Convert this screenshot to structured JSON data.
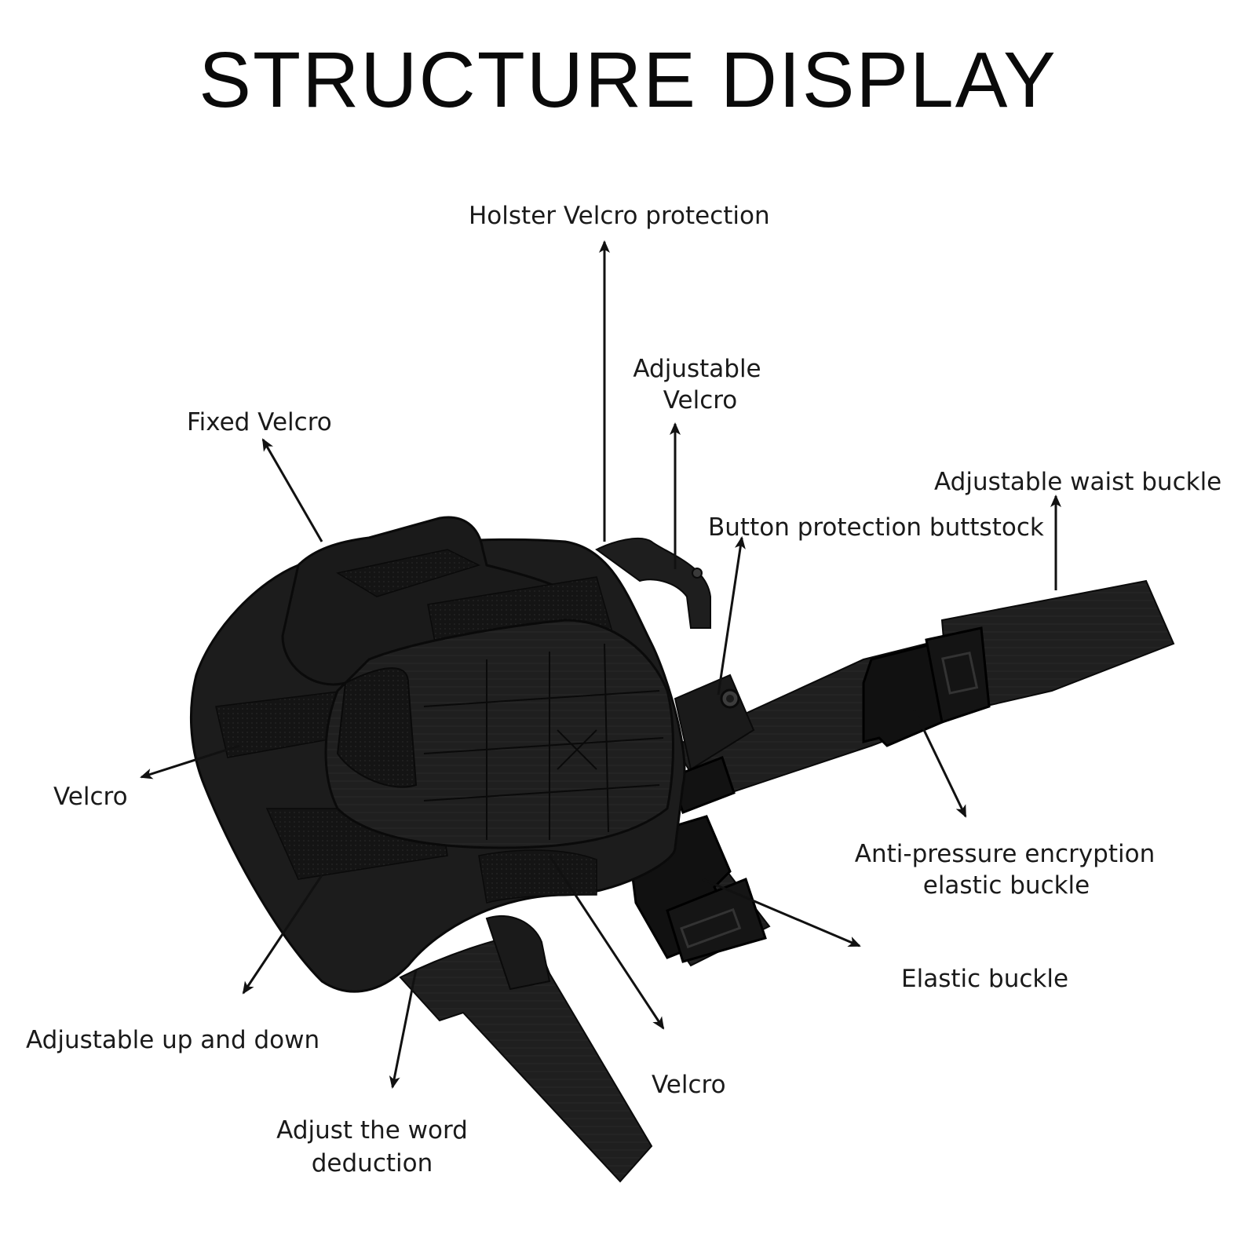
{
  "title": "STRUCTURE DISPLAY",
  "colors": {
    "background": "#ffffff",
    "text": "#111111",
    "product": "#1c1c1c",
    "product_dark": "#0e0e0e",
    "product_light": "#2e2e2e",
    "arrow": "#111111"
  },
  "callouts": {
    "holster_velcro_protection": "Holster Velcro protection",
    "adjustable_velcro_line1": "Adjustable",
    "adjustable_velcro_line2": "Velcro",
    "fixed_velcro": "Fixed Velcro",
    "adjustable_waist_buckle": "Adjustable waist buckle",
    "button_protection_buttstock": "Button protection buttstock",
    "velcro_left": "Velcro",
    "anti_pressure_line1": "Anti-pressure encryption",
    "anti_pressure_line2": "elastic buckle",
    "elastic_buckle": "Elastic buckle",
    "adjustable_up_and_down": "Adjustable up and down",
    "velcro_bottom": "Velcro",
    "adjust_word_line1": "Adjust the word",
    "adjust_word_line2": "deduction"
  }
}
